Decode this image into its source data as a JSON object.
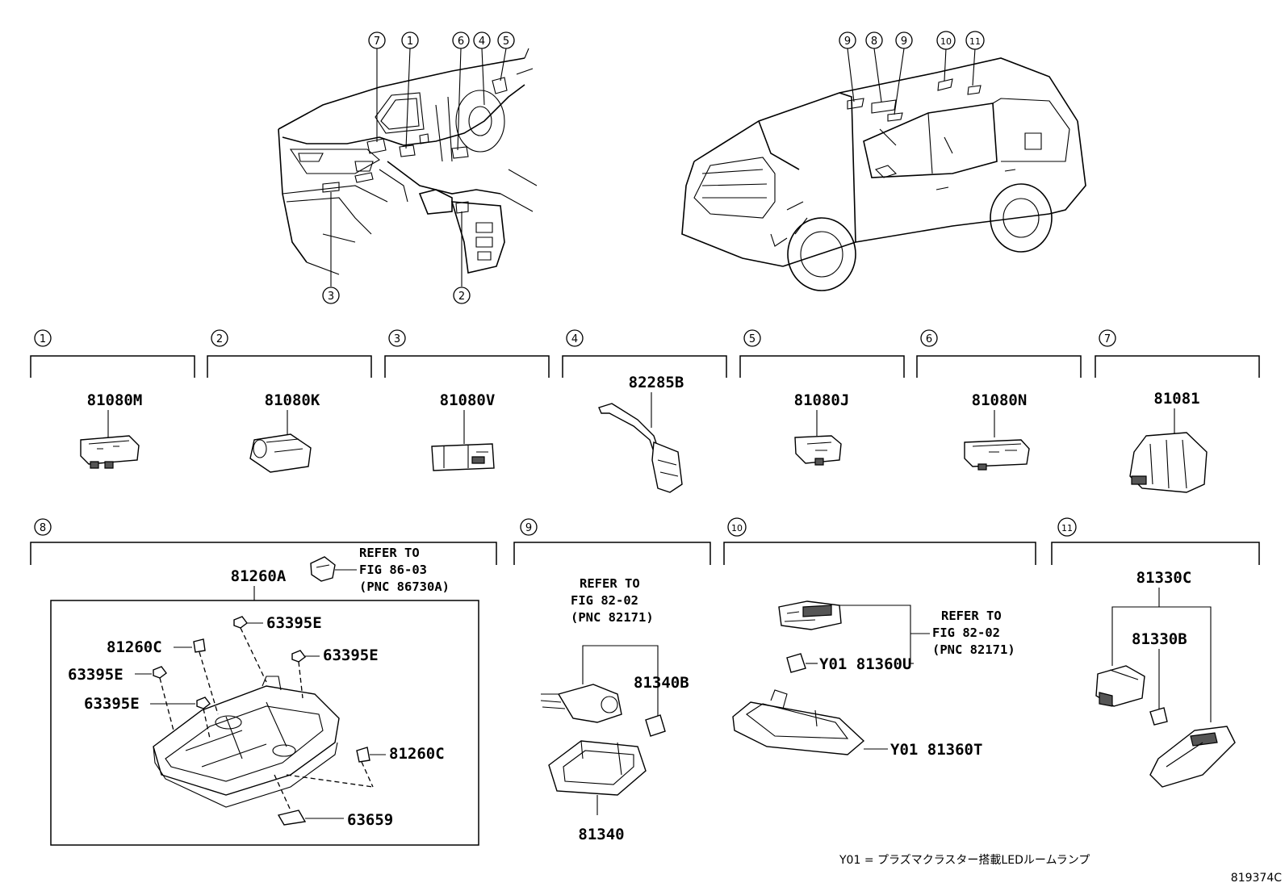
{
  "figure": {
    "code": "819374C",
    "footnote": "Y01 = プラズマクラスター搭載LEDルームランプ"
  },
  "callouts": {
    "c1": "1",
    "c2": "2",
    "c3": "3",
    "c4": "4",
    "c5": "5",
    "c6": "6",
    "c7": "7",
    "c8": "8",
    "c9": "9",
    "c10": "10",
    "c11": "11"
  },
  "sections": {
    "s1": {
      "part": "81080M"
    },
    "s2": {
      "part": "81080K"
    },
    "s3": {
      "part": "81080V"
    },
    "s4": {
      "part": "82285B"
    },
    "s5": {
      "part": "81080J"
    },
    "s6": {
      "part": "81080N"
    },
    "s7": {
      "part": "81081"
    },
    "s8": {
      "assembly": "81260A",
      "refer_line1": "REFER TO",
      "refer_line2": "FIG 86-03",
      "refer_line3": "(PNC 86730A)",
      "p_63395e_a": "63395E",
      "p_63395e_b": "63395E",
      "p_63395e_c": "63395E",
      "p_63395e_d": "63395E",
      "p_81260c_a": "81260C",
      "p_81260c_b": "81260C",
      "p_63659": "63659"
    },
    "s9": {
      "refer_line1": "REFER TO",
      "refer_line2": "FIG 82-02",
      "refer_line3": "(PNC 82171)",
      "p_81340b": "81340B",
      "p_81340": "81340"
    },
    "s10": {
      "refer_line1": "REFER TO",
      "refer_line2": "FIG 82-02",
      "refer_line3": "(PNC 82171)",
      "p_81360u": "Y01 81360U",
      "p_81360t": "Y01 81360T"
    },
    "s11": {
      "p_81330c": "81330C",
      "p_81330b": "81330B"
    }
  }
}
